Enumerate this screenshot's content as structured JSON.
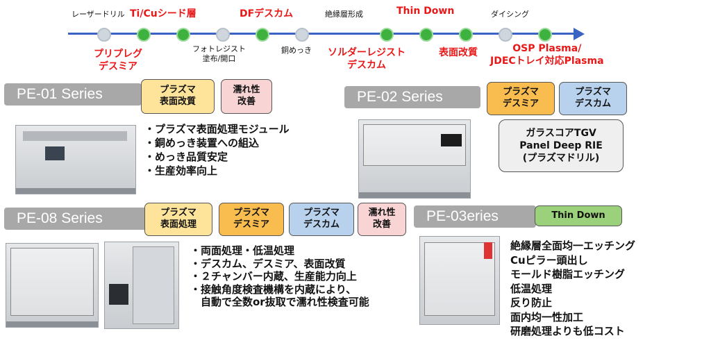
{
  "timeline": {
    "steps": [
      {
        "label": "レーザードリル",
        "highlight": false
      },
      {
        "label": "プリプレグ\nデスミア",
        "highlight": true
      },
      {
        "label": "Ti/Cuシード層",
        "highlight": true
      },
      {
        "label": "フォトレジスト\n塗布/開口",
        "highlight": false
      },
      {
        "label": "DFデスカム",
        "highlight": true
      },
      {
        "label": "銅めっき",
        "highlight": false
      },
      {
        "label": "絶縁層形成",
        "highlight": false
      },
      {
        "label": "ソルダーレジスト\nデスカム",
        "highlight": true
      },
      {
        "label": "Thin Down",
        "highlight": true
      },
      {
        "label": "表面改質",
        "highlight": true
      },
      {
        "label": "ダイシング",
        "highlight": false
      },
      {
        "label": "OSP Plasma/\nJDECトレイ対応Plasma",
        "highlight": true
      }
    ],
    "colors": {
      "line": "#3a63c4",
      "active_dot": "#3fb13f",
      "inactive_dot": "#cfd6de",
      "highlight_text": "#e81818"
    }
  },
  "pe01": {
    "title": "PE-01 Series",
    "tags": [
      "プラズマ\n表面改質",
      "濡れ性\n改善"
    ],
    "bullets": [
      "・プラズマ表面処理モジュール",
      "・銅めっき装置への組込",
      "・めっき品質安定",
      "・生産効率向上"
    ]
  },
  "pe02": {
    "title": "PE-02 Series",
    "tags": [
      "プラズマ\nデスミア",
      "プラズマ\nデスカム"
    ],
    "box": [
      "ガラスコアTGV",
      "Panel Deep RIE",
      "(プラズマドリル)"
    ]
  },
  "pe08": {
    "title": "PE-08 Series",
    "tags": [
      "プラズマ\n表面処理",
      "プラズマ\nデスミア",
      "プラズマ\nデスカム",
      "濡れ性\n改善"
    ],
    "bullets": [
      "・両面処理・低温処理",
      "・デスカム、デスミア、表面改質",
      "・２チャンバー内蔵、生産能力向上",
      "・接触角度検査機構を内蔵により、",
      "　自動で全数or抜取で濡れ性検査可能"
    ]
  },
  "pe03": {
    "title": "PE-03eries",
    "tag": "Thin Down",
    "features": [
      "絶縁層全面均一エッチング",
      "Cuピラー頭出し",
      "モールド樹脂エッチング",
      "低温処理",
      "反り防止",
      "面内均一性加工",
      "研磨処理よりも低コスト"
    ]
  }
}
